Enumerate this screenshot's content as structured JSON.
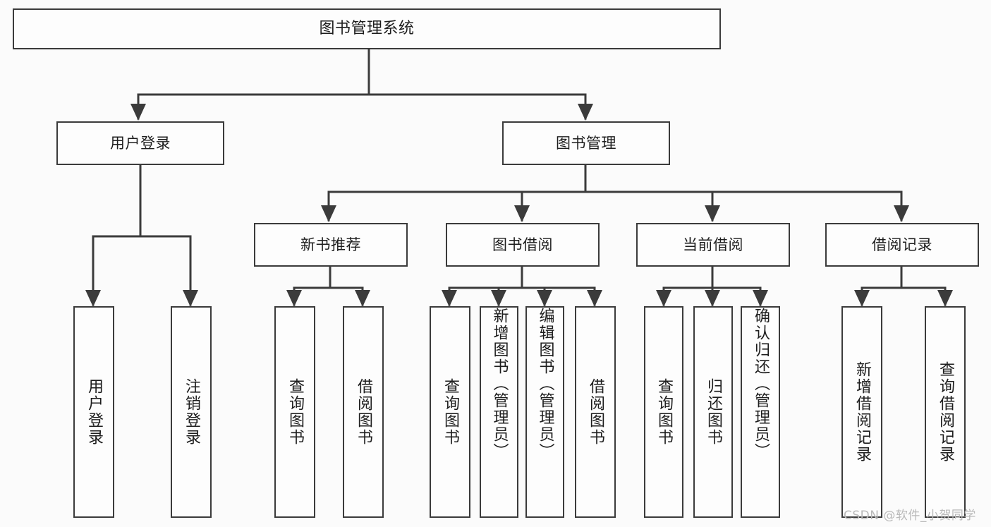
{
  "diagram": {
    "title": "图书管理系统",
    "type": "tree",
    "colors": {
      "background": "#fbfbfb",
      "box_fill": "#fdfdfd",
      "box_stroke": "#3b3b3b",
      "connector": "#3b3b3b",
      "text": "#1d1d1d",
      "watermark": "#b9b9b9"
    },
    "root": {
      "label": "图书管理系统"
    },
    "level1": [
      {
        "label": "用户登录"
      },
      {
        "label": "图书管理"
      }
    ],
    "level2": [
      {
        "label": "新书推荐"
      },
      {
        "label": "图书借阅"
      },
      {
        "label": "当前借阅"
      },
      {
        "label": "借阅记录"
      }
    ],
    "leaves": {
      "user_login": [
        {
          "label": "用户登录"
        },
        {
          "label": "注销登录"
        }
      ],
      "new_book_recommend": [
        {
          "label": "查询图书"
        },
        {
          "label": "借阅图书"
        }
      ],
      "book_borrow": [
        {
          "label": "查询图书"
        },
        {
          "label": "新增图书（管理员）"
        },
        {
          "label": "编辑图书（管理员）"
        },
        {
          "label": "借阅图书"
        }
      ],
      "current_borrow": [
        {
          "label": "查询图书"
        },
        {
          "label": "归还图书"
        },
        {
          "label": "确认归还（管理员）"
        }
      ],
      "borrow_record": [
        {
          "label": "新增借阅记录"
        },
        {
          "label": "查询借阅记录"
        }
      ]
    }
  },
  "watermark": {
    "text": "CSDN @软件_小贺同学"
  }
}
